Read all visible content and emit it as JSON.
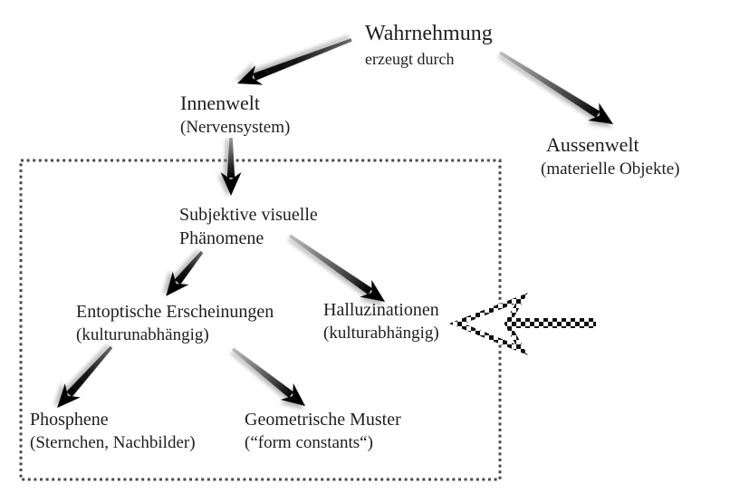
{
  "diagram_title": "Wahrnehmung Diagramm",
  "colors": {
    "text": "#1e1e1e",
    "box_border": "#4a4a4a",
    "arrow_dark": "#000000",
    "arrow_gray_tail": "#b5b5b5",
    "checker_black": "#111111",
    "background": "#ffffff"
  },
  "nodes": {
    "wahrnehmung": {
      "title": "Wahrnehmung",
      "subtitle": "erzeugt durch"
    },
    "innenwelt": {
      "title": "Innenwelt",
      "subtitle": "(Nervensystem)"
    },
    "aussenwelt": {
      "title": "Aussenwelt",
      "subtitle": "(materielle Objekte)"
    },
    "subjektive": {
      "title": "Subjektive visuelle",
      "subtitle": "Phänomene"
    },
    "entoptisch": {
      "title": "Entoptische Erscheinungen",
      "subtitle": "(kulturunabhängig)"
    },
    "halluzinationen": {
      "title": "Halluzinationen",
      "subtitle": "(kulturabhängig)"
    },
    "phosphene": {
      "title": "Phosphene",
      "subtitle": "(Sternchen, Nachbilder)"
    },
    "geometrisch": {
      "title": "Geometrische Muster",
      "subtitle": "(“form constants“)"
    }
  },
  "edges": [
    {
      "from": "wahrnehmung",
      "to": "innenwelt",
      "style": "brush-arrow"
    },
    {
      "from": "wahrnehmung",
      "to": "aussenwelt",
      "style": "brush-arrow"
    },
    {
      "from": "innenwelt",
      "to": "subjektive",
      "style": "brush-arrow"
    },
    {
      "from": "subjektive",
      "to": "entoptisch",
      "style": "brush-arrow"
    },
    {
      "from": "subjektive",
      "to": "halluzinationen",
      "style": "brush-arrow"
    },
    {
      "from": "entoptisch",
      "to": "phosphene",
      "style": "brush-arrow"
    },
    {
      "from": "entoptisch",
      "to": "geometrisch",
      "style": "brush-arrow"
    },
    {
      "from": "outside-right",
      "to": "halluzinationen",
      "style": "checkered-arrow"
    }
  ],
  "box": {
    "contains": [
      "subjektive",
      "entoptisch",
      "halluzinationen",
      "phosphene",
      "geometrisch"
    ],
    "border_style": "dotted"
  }
}
